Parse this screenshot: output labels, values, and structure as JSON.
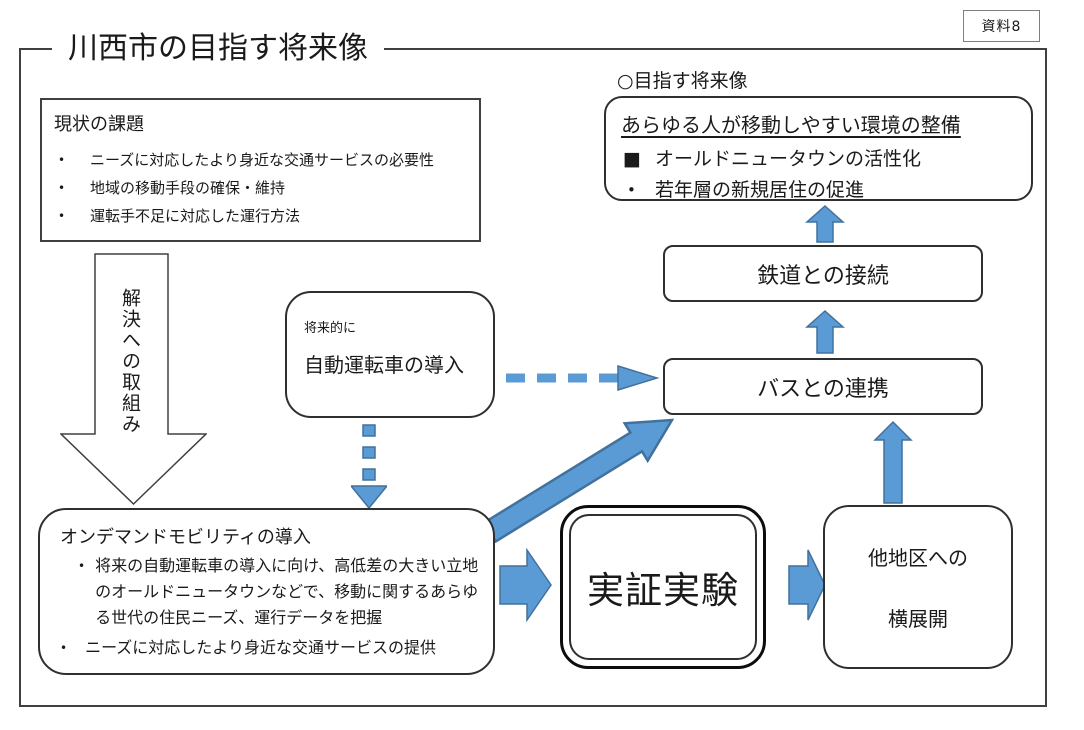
{
  "page": {
    "doc_label": "資料8",
    "title": "川西市の目指す将来像"
  },
  "chars": {
    "bullet": "•",
    "square": "■"
  },
  "current_issues": {
    "title": "現状の課題",
    "bullets": [
      "ニーズに対応したより身近な交通サービスの必要性",
      "地域の移動手段の確保・維持",
      "運転手不足に対応した運行方法"
    ]
  },
  "solution_arrow": {
    "label": "解決への取組み"
  },
  "future_car": {
    "note": "将来的に",
    "label": "自動運転車の導入"
  },
  "goal": {
    "heading": "○目指す将来像",
    "title": "あらゆる人が移動しやすい環境の整備",
    "items": [
      {
        "marker": "■",
        "text": "オールドニュータウンの活性化"
      },
      {
        "marker": "•",
        "text": "若年層の新規居住の促進"
      }
    ]
  },
  "rail": {
    "label": "鉄道との接続"
  },
  "bus": {
    "label": "バスとの連携"
  },
  "ondemand": {
    "title": "オンデマンドモビリティの導入",
    "bullets": [
      "将来の自動運転車の導入に向け、高低差の大きい立地のオールドニュータウンなどで、移動に関するあらゆる世代の住民ニーズ、運行データを把握",
      "ニーズに対応したより身近な交通サービスの提供"
    ]
  },
  "experiment": {
    "label": "実証実験"
  },
  "expansion": {
    "line1": "他地区への",
    "line2": "横展開"
  },
  "colors": {
    "arrow_blue": "#5B9BD5",
    "arrow_blue_dark": "#41719C",
    "line_black": "#404040"
  }
}
